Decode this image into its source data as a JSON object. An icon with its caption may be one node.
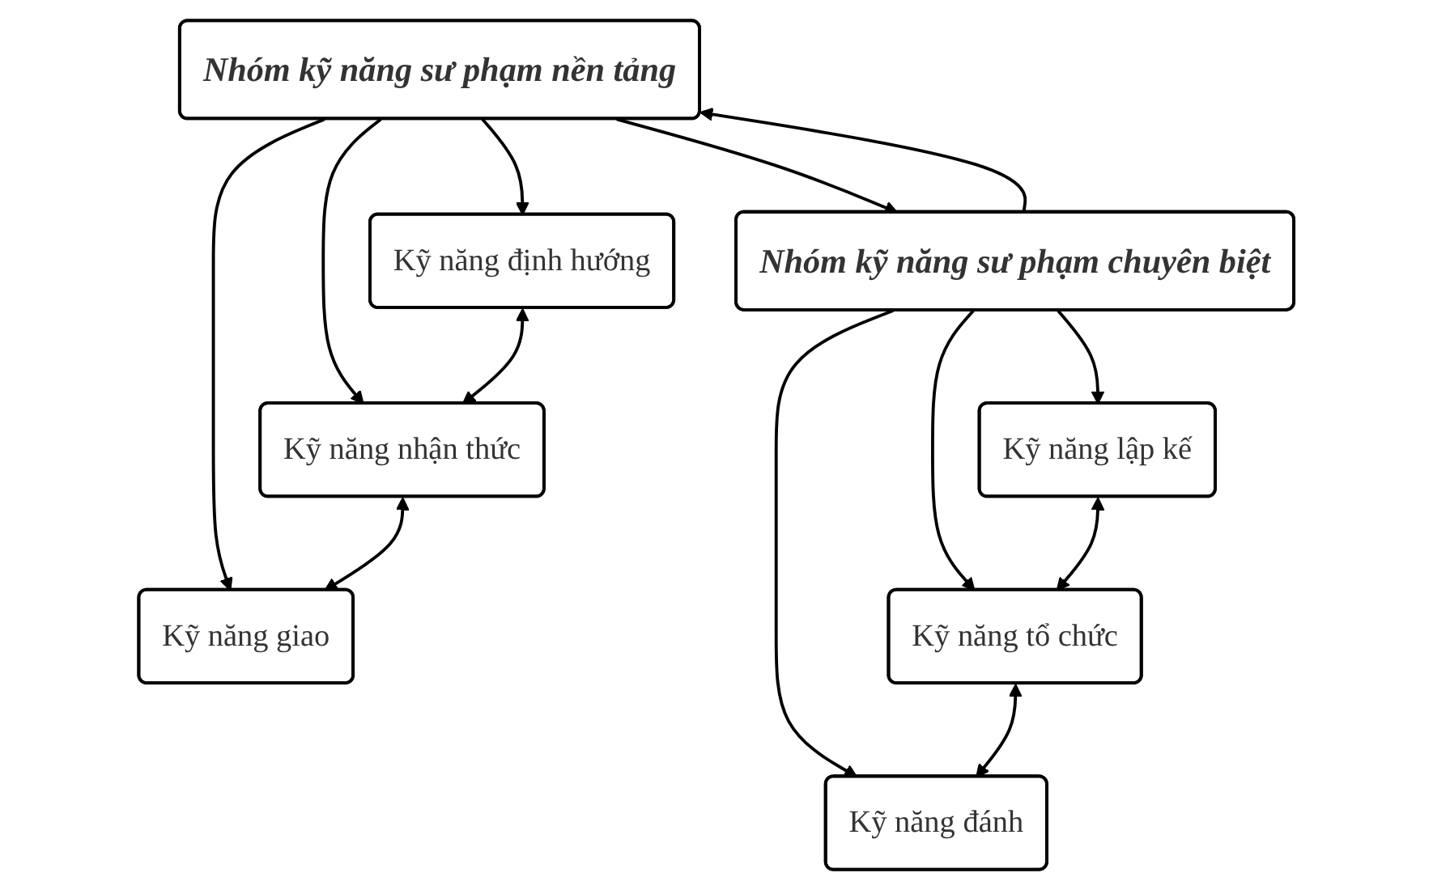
{
  "diagram": {
    "nodes": [
      {
        "text": [
          "Nhóm kỹ năng sư phạm nền tảng"
        ]
      },
      {
        "text": [
          "Kỹ năng định hướng"
        ]
      },
      {
        "text": [
          "Kỹ năng nhận thức"
        ]
      },
      {
        "text": [
          "Kỹ năng giao"
        ]
      },
      {
        "text": [
          "Nhóm kỹ năng sư phạm chuyên biệt"
        ]
      },
      {
        "text": [
          "Kỹ năng lập kế"
        ]
      },
      {
        "text": [
          "Kỹ năng tổ chức"
        ]
      },
      {
        "text": [
          "Kỹ năng đánh"
        ]
      }
    ],
    "edges": [
      {
        "from": 0,
        "to": 1,
        "arrow": "to"
      },
      {
        "from": 0,
        "to": 2,
        "arrow": "to"
      },
      {
        "from": 0,
        "to": 3,
        "arrow": "to"
      },
      {
        "from": 1,
        "to": 2,
        "arrow": "both"
      },
      {
        "from": 2,
        "to": 3,
        "arrow": "both"
      },
      {
        "from": 0,
        "to": 4,
        "arrow": "to"
      },
      {
        "from": 4,
        "to": 0,
        "arrow": "to"
      },
      {
        "from": 4,
        "to": 5,
        "arrow": "to"
      },
      {
        "from": 4,
        "to": 6,
        "arrow": "to"
      },
      {
        "from": 4,
        "to": 7,
        "arrow": "to"
      },
      {
        "from": 5,
        "to": 6,
        "arrow": "both"
      },
      {
        "from": 6,
        "to": 7,
        "arrow": "both"
      }
    ]
  }
}
